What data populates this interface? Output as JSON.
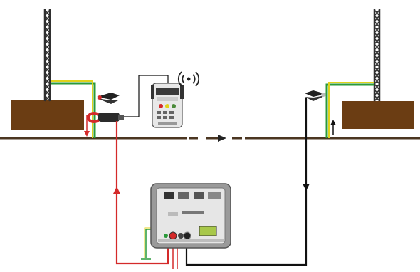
{
  "diagram": {
    "ground_line_color": "#4b3621",
    "earth_block_color": "#6b3d13",
    "wire_black": "#111111",
    "wire_red": "#d42a2a",
    "wire_green": "#2a9a3a",
    "wire_yellow": "#e0d21a",
    "tower_color": "#2f2f2f",
    "icons": [
      "lattice-tower-left",
      "lattice-tower-right",
      "wireless-signal-icon",
      "handheld-meter",
      "test-instrument",
      "current-clamp",
      "crocodile-clip"
    ]
  }
}
